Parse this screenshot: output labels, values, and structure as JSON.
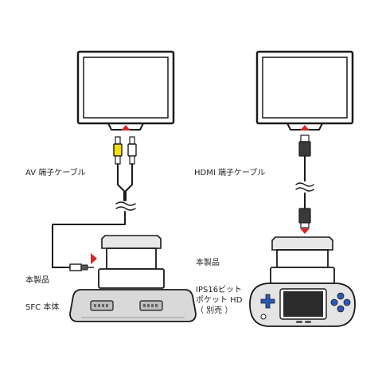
{
  "labels": {
    "av_cable": "AV 端子ケーブル",
    "hdmi_cable": "HDMI 端子ケーブル",
    "product_left": "本製品",
    "product_right": "本製品",
    "sfc_console": "SFC 本体",
    "ips_line1": "IPS16ビット",
    "ips_line2": "ポケット HD",
    "ips_line3": "（ 別売 ）"
  },
  "colors": {
    "outline": "#1a1a1a",
    "arrow": "#d62828",
    "rca_yellow": "#f2e000",
    "rca_white": "#ffffff",
    "console_grey": "#d9d9d9",
    "dpad_blue": "#2a5ab8",
    "button_blue": "#2a5ab8",
    "screen_dark": "#2b2b2b"
  },
  "icons": {
    "tv_left": "tv-icon",
    "tv_right": "tv-icon",
    "break_mark": "cable-break-icon",
    "arrow": "arrow-up-icon"
  }
}
